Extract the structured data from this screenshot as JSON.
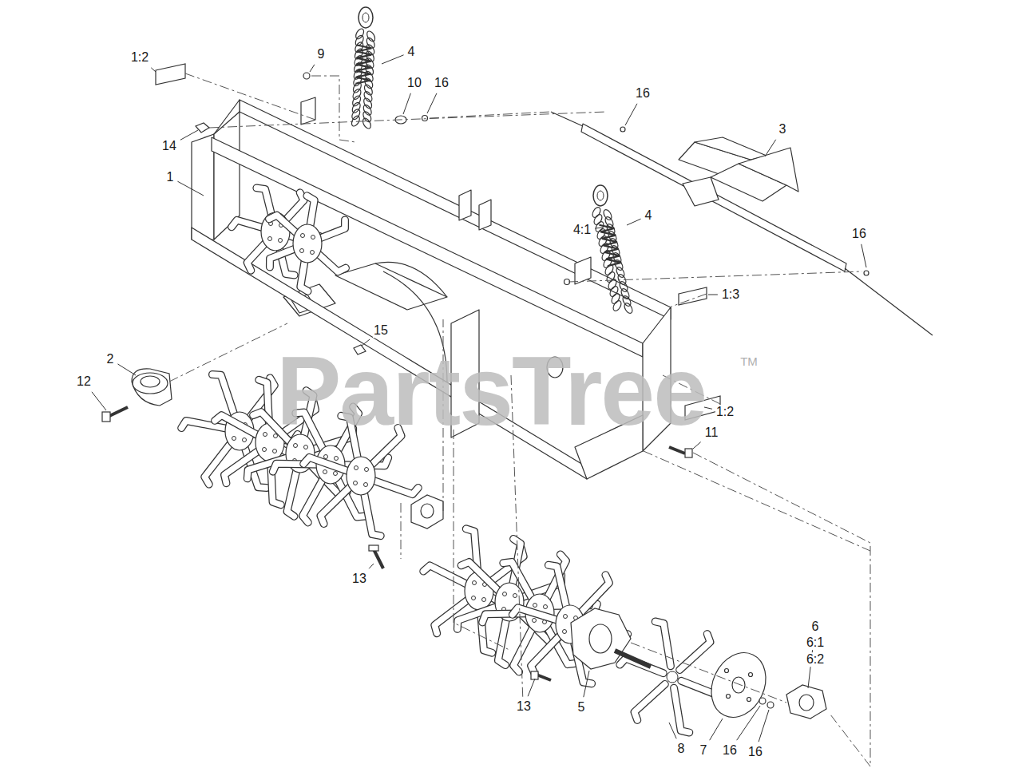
{
  "diagram": {
    "labels": [
      "1:2",
      "9",
      "4",
      "10",
      "16",
      "16",
      "3",
      "14",
      "1",
      "4:1",
      "4",
      "16",
      "1:3",
      "15",
      "2",
      "12",
      "1:2",
      "11",
      "13",
      "13",
      "5",
      "6",
      "6:1",
      "6:2",
      "8",
      "7",
      "16",
      "16",
      "PartsTree",
      "TM"
    ]
  }
}
